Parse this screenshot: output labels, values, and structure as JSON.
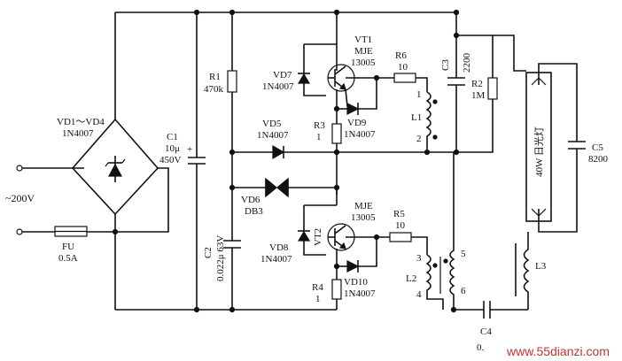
{
  "labels": {
    "vd1_vd4": "VD1～VD4",
    "bridge_part": "1N4007",
    "c1_name": "C1",
    "c1_cap": "10μ",
    "c1_volt": "450V",
    "c1_plus": "+",
    "mains": "~200V",
    "fu_name": "FU",
    "fu_rating": "0.5A",
    "r1_name": "R1",
    "r1_value": "470k",
    "c2_name": "C2",
    "c2_value": "0.022μ 63V",
    "vd7_name": "VD7",
    "vd7_part": "1N4007",
    "vt1_name": "VT1",
    "vt1_type": "MJE",
    "vt1_part": "13005",
    "r6_name": "R6",
    "r6_value": "10",
    "r3_name": "R3",
    "r3_value": "1",
    "vd9_name": "VD9",
    "vd9_part": "1N4007",
    "vd5_name": "VD5",
    "vd5_part": "1N4007",
    "vd6_name": "VD6",
    "vd6_part": "DB3",
    "vt2_name": "VT2",
    "vt2_type": "MJE",
    "vt2_part": "13005",
    "r5_name": "R5",
    "r5_value": "10",
    "vd8_name": "VD8",
    "vd8_part": "1N4007",
    "r4_name": "R4",
    "r4_value": "1",
    "vd10_name": "VD10",
    "vd10_part": "1N4007",
    "l1_name": "L1",
    "l1_pin1": "1",
    "l1_pin2": "2",
    "l2_name": "L2",
    "l2_pin3": "3",
    "l2_pin4": "4",
    "l2_pin5": "5",
    "l2_pin6": "6",
    "c3_name": "C3",
    "c3_value": "2200",
    "r2_name": "R2",
    "r2_value": "1M",
    "lamp_text": "40W 日光灯",
    "c5_name": "C5",
    "c5_value": "8200",
    "l3_name": "L3",
    "c4_name": "C4",
    "c4_value": "0.",
    "watermark": "www.55dianzi.com"
  }
}
